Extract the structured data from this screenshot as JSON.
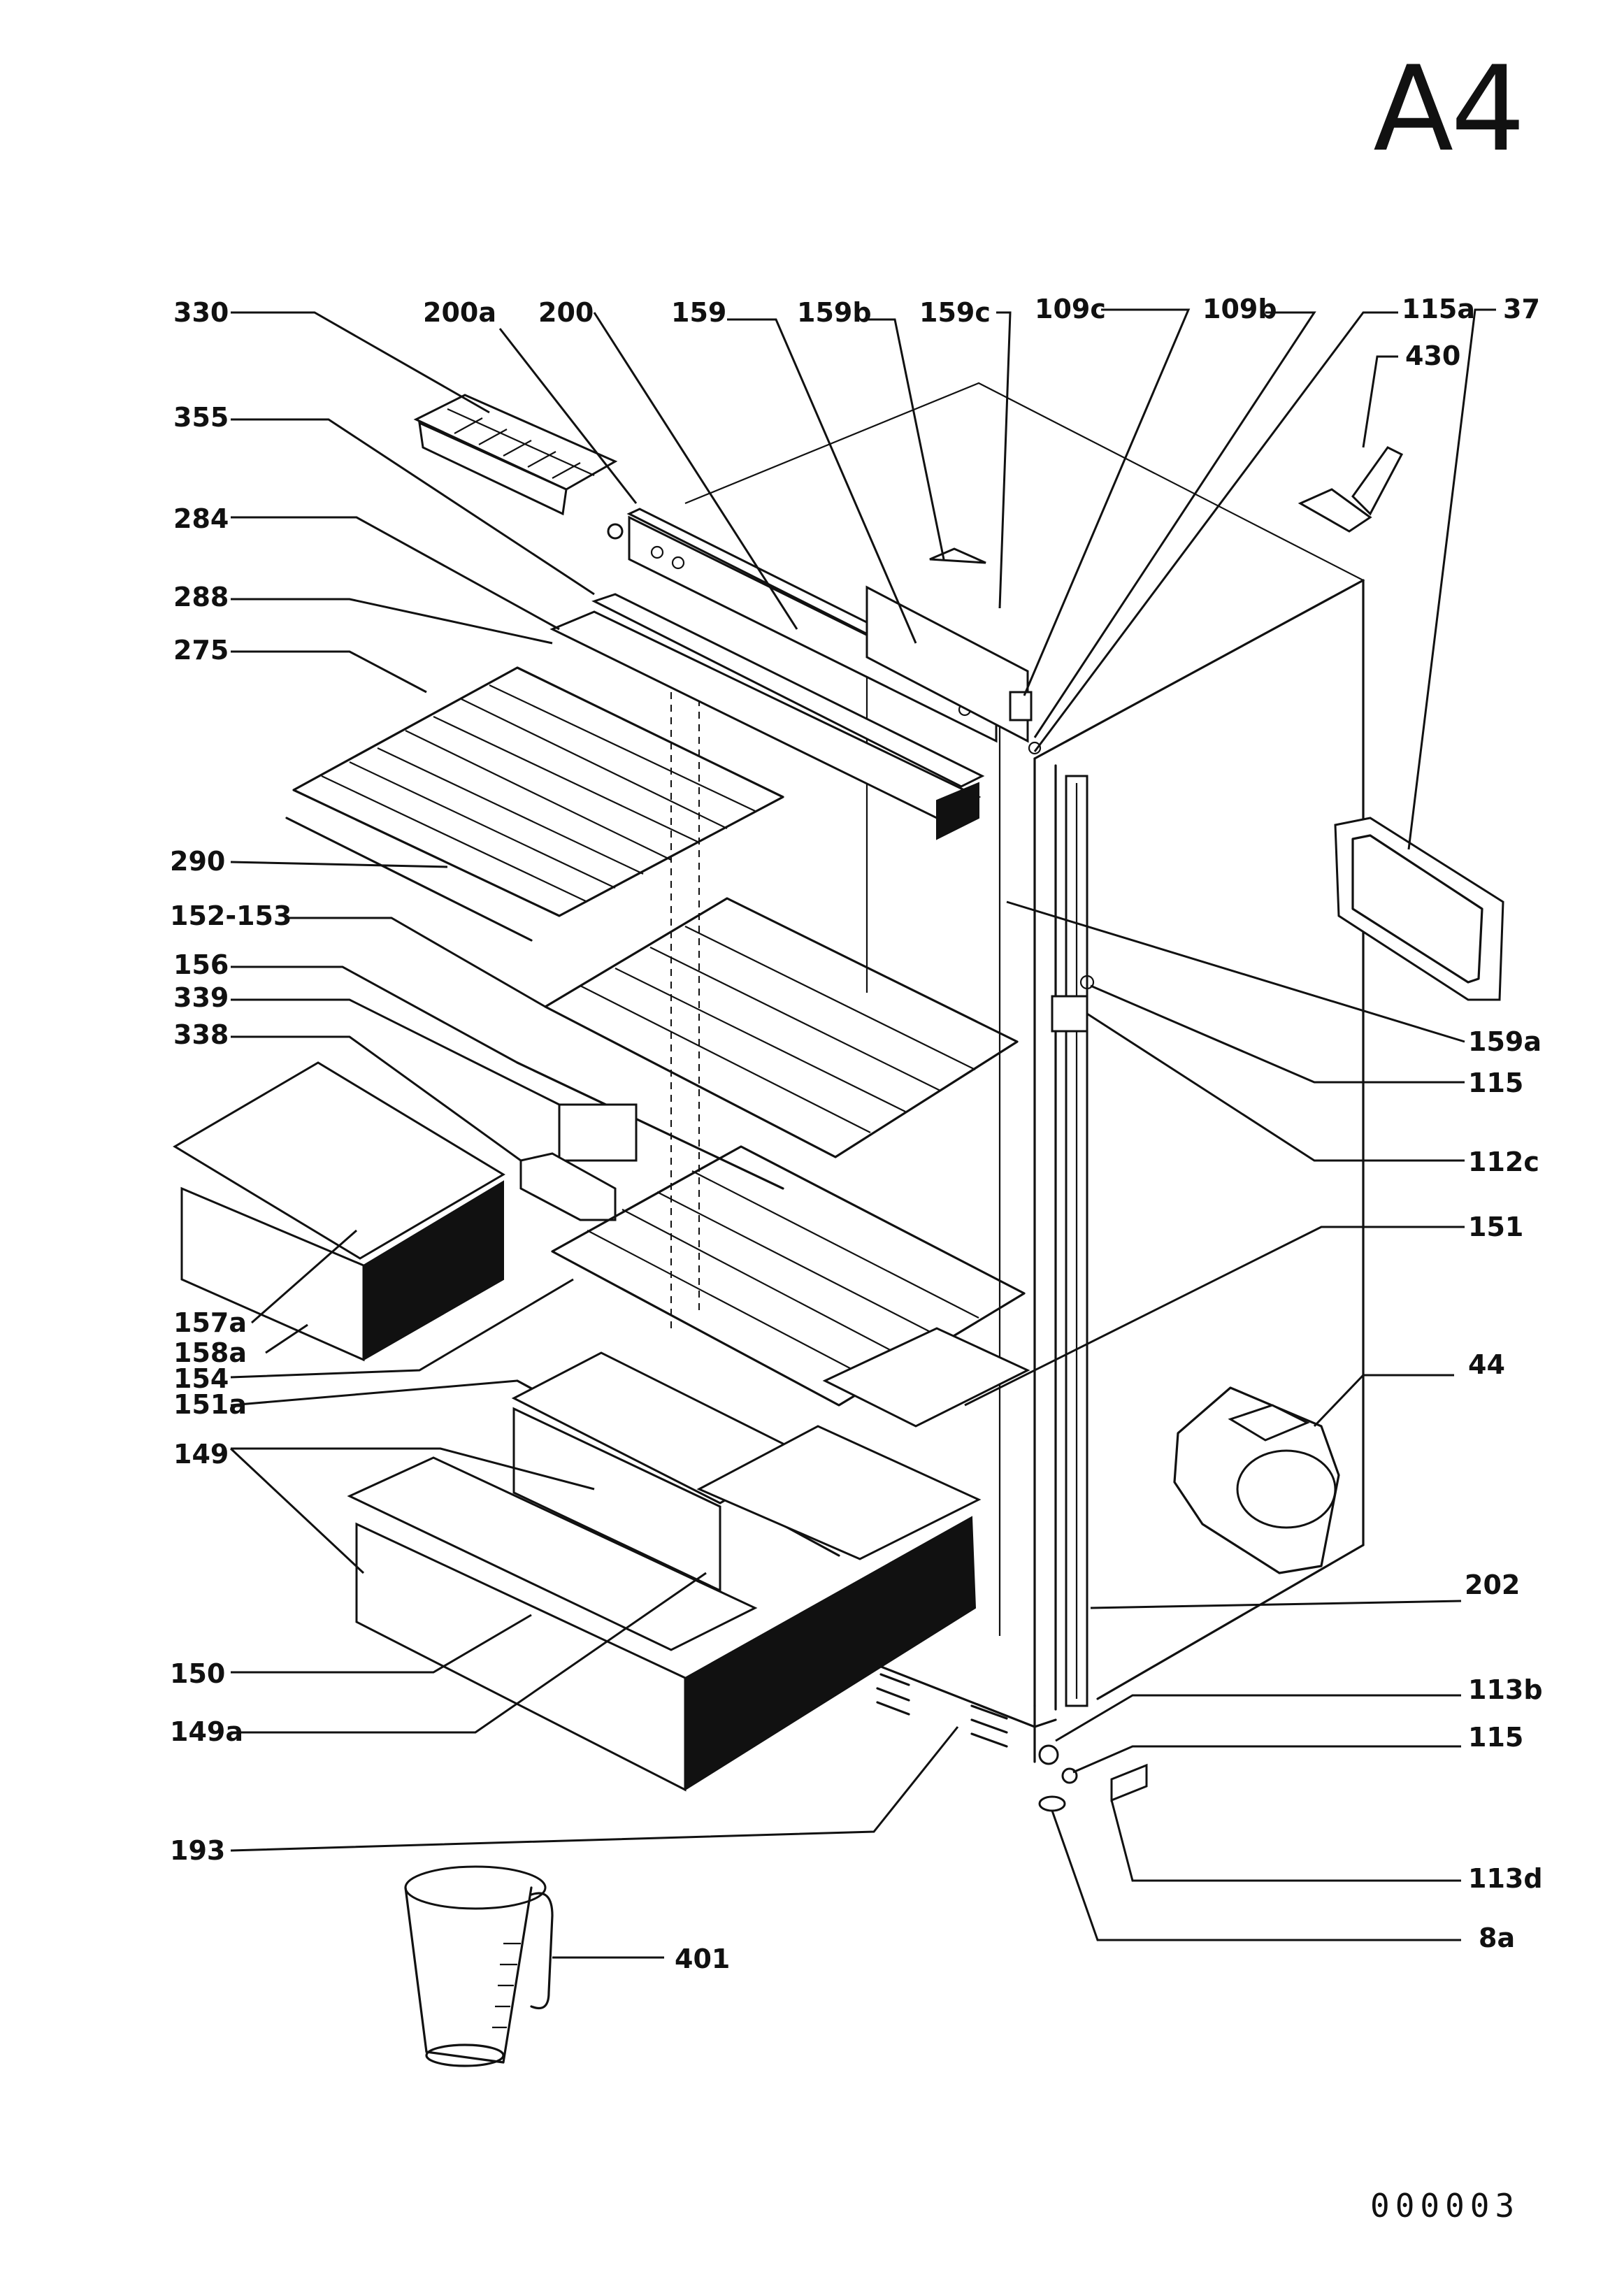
{
  "sheet": {
    "page_id": "A4",
    "doc_number": "000003"
  },
  "callouts": {
    "c330": "330",
    "c200a": "200a",
    "c200": "200",
    "c159": "159",
    "c159b": "159b",
    "c159c": "159c",
    "c109c": "109c",
    "c109b": "109b",
    "c115a": "115a",
    "c37": "37",
    "c430": "430",
    "c355": "355",
    "c284": "284",
    "c288": "288",
    "c275": "275",
    "c290": "290",
    "c152_153": "152-153",
    "c156": "156",
    "c339": "339",
    "c338": "338",
    "c157a": "157a",
    "c158a": "158a",
    "c154": "154",
    "c151a": "151a",
    "c149": "149",
    "c150": "150",
    "c149a": "149a",
    "c193": "193",
    "c401": "401",
    "c159a": "159a",
    "c115_right": "115",
    "c112c": "112c",
    "c151": "151",
    "c44": "44",
    "c202": "202",
    "c113b": "113b",
    "c115_bottom": "115",
    "c113d": "113d",
    "c8a": "8a"
  }
}
